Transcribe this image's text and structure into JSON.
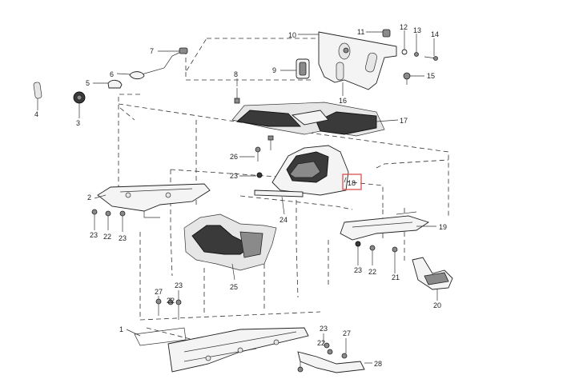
{
  "callouts": {
    "c1": "1",
    "c2": "2",
    "c3": "3",
    "c4": "4",
    "c5": "5",
    "c6": "6",
    "c7": "7",
    "c8": "8",
    "c9": "9",
    "c10": "10",
    "c11": "11",
    "c12": "12",
    "c13": "13",
    "c14": "14",
    "c15": "15",
    "c16": "16",
    "c17": "17",
    "c18": "18",
    "c19": "19",
    "c20": "20",
    "c21": "21",
    "c22a": "22",
    "c22b": "22",
    "c22c": "22",
    "c22d": "22",
    "c23a": "23",
    "c23b": "23",
    "c23c": "23",
    "c23d": "23",
    "c23e": "23",
    "c23f": "23",
    "c24": "24",
    "c25": "25",
    "c26": "26",
    "c27a": "27",
    "c27b": "27",
    "c28": "28"
  },
  "highlight": {
    "label": "18",
    "color": "#d9534f"
  }
}
